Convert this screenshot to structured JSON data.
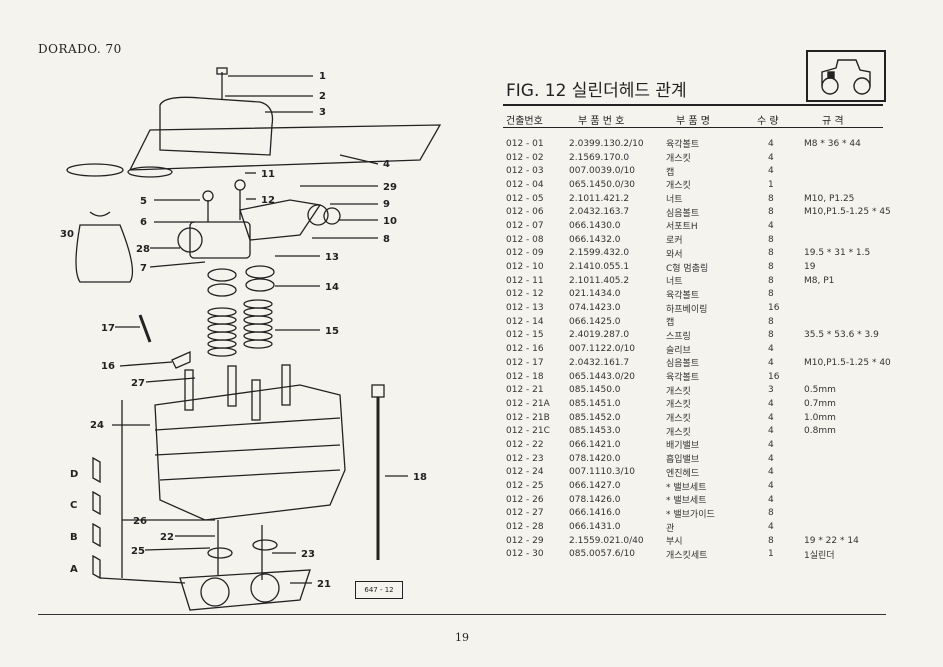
{
  "header": {
    "model": "DORADO. 70"
  },
  "figure": {
    "title": "FIG. 12 실린더헤드 관계",
    "ref": "647 - 12"
  },
  "columns": {
    "part_no": "건출번호",
    "code": "부 품 번 호",
    "name": "부 품 명",
    "qty": "수 량",
    "spec": "규 격"
  },
  "rows": [
    [
      "012 - 01",
      "2.0399.130.2/10",
      "육각볼트",
      "4",
      "M8 * 36 * 44"
    ],
    [
      "012 - 02",
      "2.1569.170.0",
      "개스킷",
      "4",
      ""
    ],
    [
      "012 - 03",
      "007.0039.0/10",
      "캡",
      "4",
      ""
    ],
    [
      "012 - 04",
      "065.1450.0/30",
      "개스킷",
      "1",
      ""
    ],
    [
      "012 - 05",
      "2.1011.421.2",
      "너트",
      "8",
      "M10, P1.25"
    ],
    [
      "012 - 06",
      "2.0432.163.7",
      "심음볼트",
      "8",
      "M10,P1.5-1.25 * 45"
    ],
    [
      "012 - 07",
      "066.1430.0",
      "서포트H",
      "4",
      ""
    ],
    [
      "012 - 08",
      "066.1432.0",
      "로커",
      "8",
      ""
    ],
    [
      "012 - 09",
      "2.1599.432.0",
      "와서",
      "8",
      "19.5 * 31 * 1.5"
    ],
    [
      "012 - 10",
      "2.1410.055.1",
      "C형 멈춤링",
      "8",
      "19"
    ],
    [
      "012 - 11",
      "2.1011.405.2",
      "너트",
      "8",
      "M8, P1"
    ],
    [
      "012 - 12",
      "021.1434.0",
      "육각볼트",
      "8",
      ""
    ],
    [
      "012 - 13",
      "074.1423.0",
      "하프베이링",
      "16",
      ""
    ],
    [
      "012 - 14",
      "066.1425.0",
      "캡",
      "8",
      ""
    ],
    [
      "012 - 15",
      "2.4019.287.0",
      "스프링",
      "8",
      "35.5 * 53.6 * 3.9"
    ],
    [
      "012 - 16",
      "007.1122.0/10",
      "슬리브",
      "4",
      ""
    ],
    [
      "012 - 17",
      "2.0432.161.7",
      "심음볼트",
      "4",
      "M10,P1.5-1.25 * 40"
    ],
    [
      "012 - 18",
      "065.1443.0/20",
      "육각볼트",
      "16",
      ""
    ],
    [
      "012 - 21",
      "085.1450.0",
      "개스킷",
      "3",
      "0.5mm"
    ],
    [
      "012 - 21A",
      "085.1451.0",
      "개스킷",
      "4",
      "0.7mm"
    ],
    [
      "012 - 21B",
      "085.1452.0",
      "개스킷",
      "4",
      "1.0mm"
    ],
    [
      "012 - 21C",
      "085.1453.0",
      "개스킷",
      "4",
      "0.8mm"
    ],
    [
      "012 - 22",
      "066.1421.0",
      "배기밸브",
      "4",
      ""
    ],
    [
      "012 - 23",
      "078.1420.0",
      "흡입밸브",
      "4",
      ""
    ],
    [
      "012 - 24",
      "007.1110.3/10",
      "엔진헤드",
      "4",
      ""
    ],
    [
      "012 - 25",
      "066.1427.0",
      "* 밸브세트",
      "4",
      ""
    ],
    [
      "012 - 26",
      "078.1426.0",
      "* 밸브세트",
      "4",
      ""
    ],
    [
      "012 - 27",
      "066.1416.0",
      "* 밸브가이드",
      "8",
      ""
    ],
    [
      "012 - 28",
      "066.1431.0",
      "관",
      "4",
      ""
    ],
    [
      "012 - 29",
      "2.1559.021.0/40",
      "부시",
      "8",
      "19 * 22 * 14"
    ],
    [
      "012 - 30",
      "085.0057.6/10",
      "개스킷세트",
      "1",
      "1실린더"
    ]
  ],
  "callouts": [
    "1",
    "2",
    "3",
    "4",
    "29",
    "9",
    "10",
    "8",
    "11",
    "12",
    "5",
    "6",
    "30",
    "28",
    "7",
    "13",
    "14",
    "15",
    "17",
    "16",
    "27",
    "24",
    "18",
    "D",
    "C",
    "B",
    "A",
    "26",
    "22",
    "25",
    "23",
    "21"
  ],
  "page_number": "19"
}
